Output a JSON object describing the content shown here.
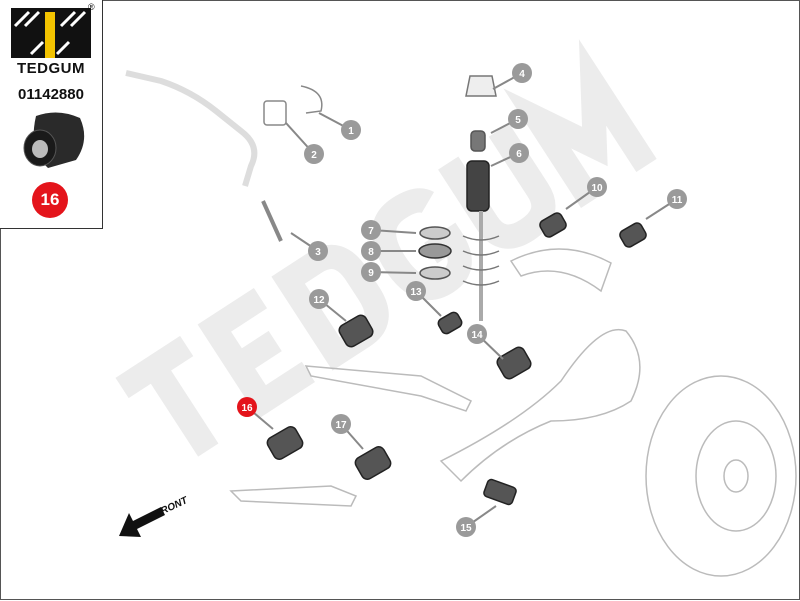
{
  "brand": {
    "name": "TEDGUM",
    "registered_mark": "®",
    "part_number": "01142880",
    "highlight_position": "16"
  },
  "diagram": {
    "watermark": "TEDGUM",
    "front_label": "FRONT",
    "callouts": [
      "1",
      "2",
      "3",
      "4",
      "5",
      "6",
      "7",
      "8",
      "9",
      "10",
      "11",
      "12",
      "13",
      "14",
      "15",
      "16",
      "17"
    ],
    "highlighted": "16",
    "colors": {
      "callout": "#9a9a9a",
      "highlight": "#e4141b",
      "watermark": "#ececec",
      "logo_yellow": "#f3c300"
    }
  }
}
